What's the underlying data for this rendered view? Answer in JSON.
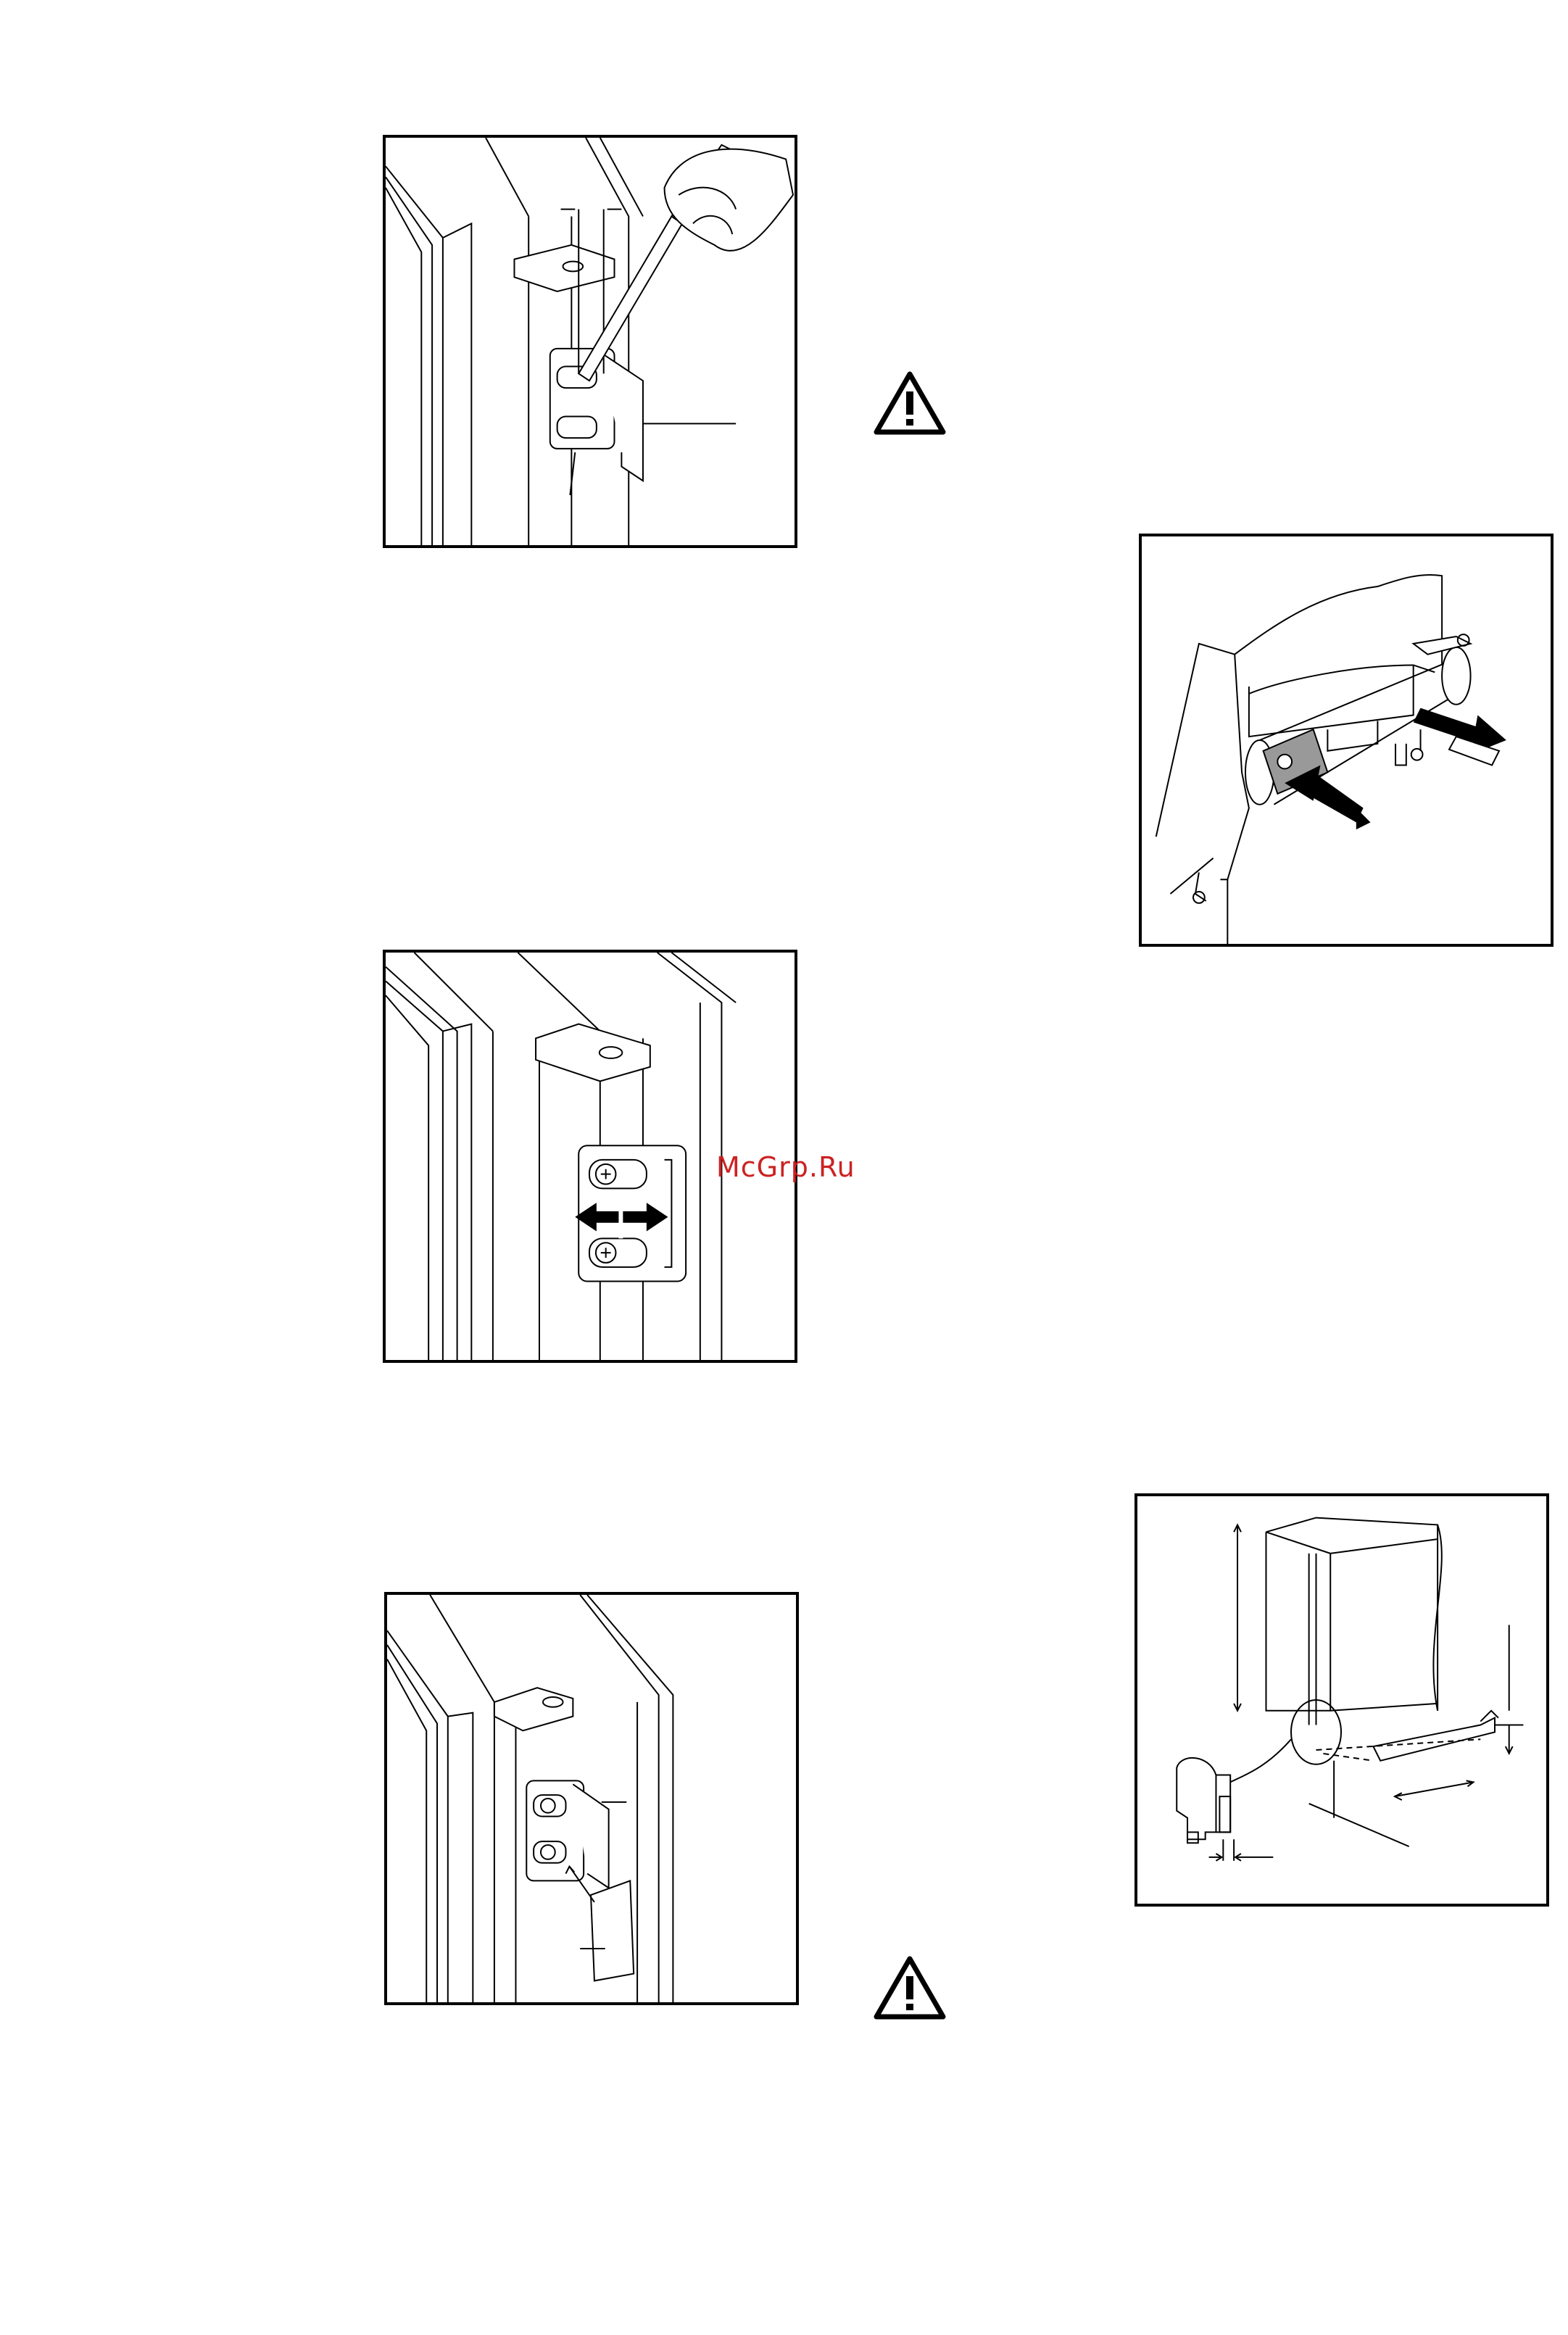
{
  "watermark": "McGrp.Ru",
  "figures": [
    {
      "id": "fig-door-catch-adjust",
      "icon": "screwdriver-adjusting-catch"
    },
    {
      "id": "fig-plinth-vent",
      "icon": "plinth-ventilation-removal"
    },
    {
      "id": "fig-catch-slide",
      "icon": "catch-horizontal-slide"
    },
    {
      "id": "fig-cabinet-plinth",
      "icon": "cabinet-plinth-dimensions"
    },
    {
      "id": "fig-catch-cover",
      "icon": "catch-with-cover-plate"
    }
  ],
  "warnings": [
    {
      "icon": "warning-triangle-icon",
      "glyph": "!"
    },
    {
      "icon": "warning-triangle-icon",
      "glyph": "!"
    }
  ]
}
